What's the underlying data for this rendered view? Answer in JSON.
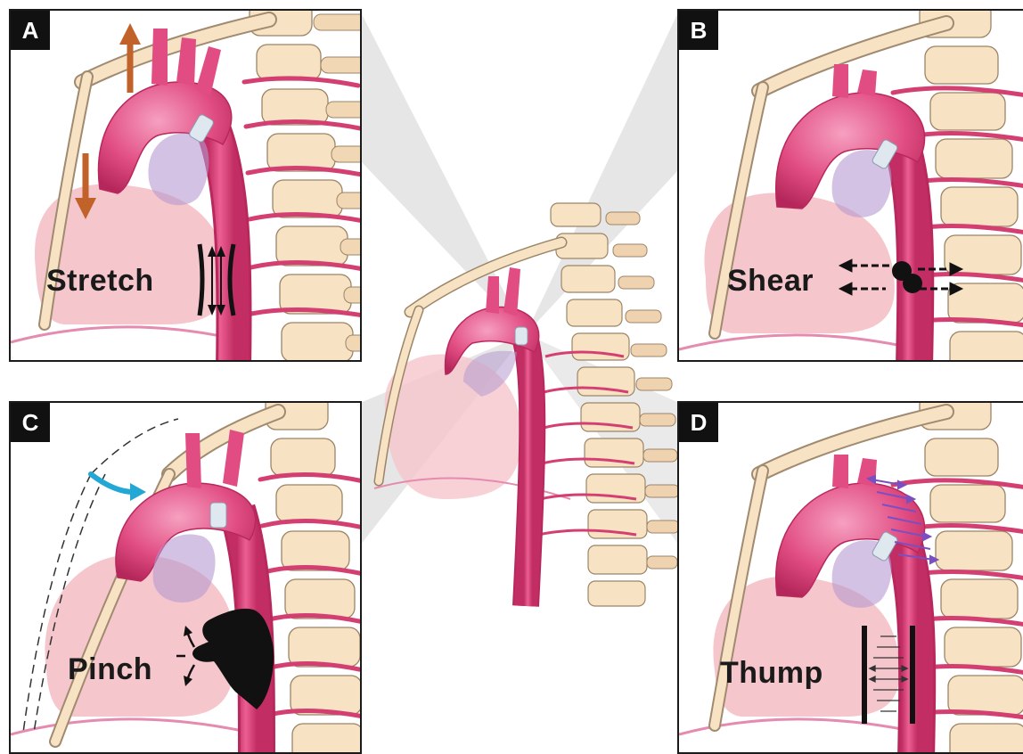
{
  "colors": {
    "aorta": "#e0467c",
    "aorta_dark": "#b8285c",
    "aorta_light": "#f39ab9",
    "heart_fill": "#f5c6cb",
    "bone": "#f7e2c4",
    "bone_outline": "#a08a70",
    "intercostal": "#d43f72",
    "stretch_arrow": "#c0622a",
    "pinch_arrow": "#23a7d4",
    "thump_arrows": "#7a4fc2",
    "callout_fill": "#dcdcdc"
  },
  "panels": [
    {
      "id": "A",
      "letter": "A",
      "mechanism": "Stretch",
      "icon": "stretch-arrows-icon"
    },
    {
      "id": "B",
      "letter": "B",
      "mechanism": "Shear",
      "icon": "shear-arrows-icon"
    },
    {
      "id": "C",
      "letter": "C",
      "mechanism": "Pinch",
      "icon": "pinching-hand-icon"
    },
    {
      "id": "D",
      "letter": "D",
      "mechanism": "Thump",
      "icon": "thump-arrows-icon"
    }
  ]
}
